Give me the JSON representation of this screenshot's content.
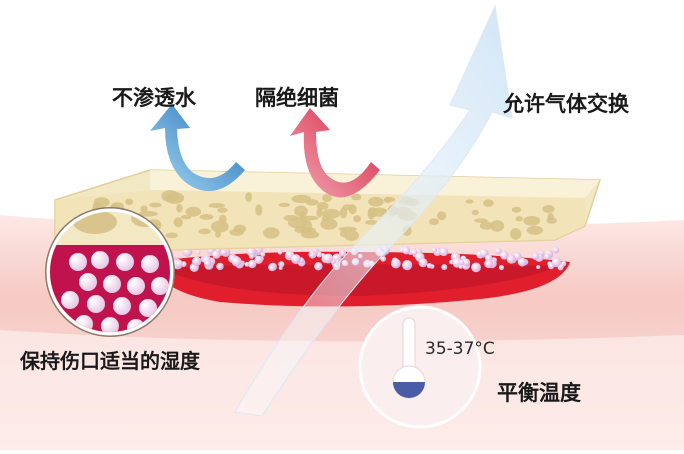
{
  "labels": {
    "waterproof": "不渗透水",
    "block_bacteria": "隔绝细菌",
    "gas_exchange": "允许气体交换",
    "keep_moist": "保持伤口适当的湿度",
    "balanced_temp": "平衡温度"
  },
  "temperature": {
    "range_text": "35-37°C"
  },
  "colors": {
    "skin": "#f6c9c4",
    "wound": "#e01e2c",
    "dressing": "#f3e8c4",
    "pores": "#d8c48c",
    "bubbles": "#e6c0e6",
    "blue_arrow": "#2f86c8",
    "red_arrow": "#e23c5c",
    "gas_arrow": "#dcecf8",
    "thermometer_bulb": "#4a5ca8"
  },
  "icons": [
    "blue-curved-arrow-icon",
    "red-curved-arrow-icon",
    "gas-exchange-arrow-icon",
    "thermometer-icon",
    "magnifier-circle-icon"
  ]
}
